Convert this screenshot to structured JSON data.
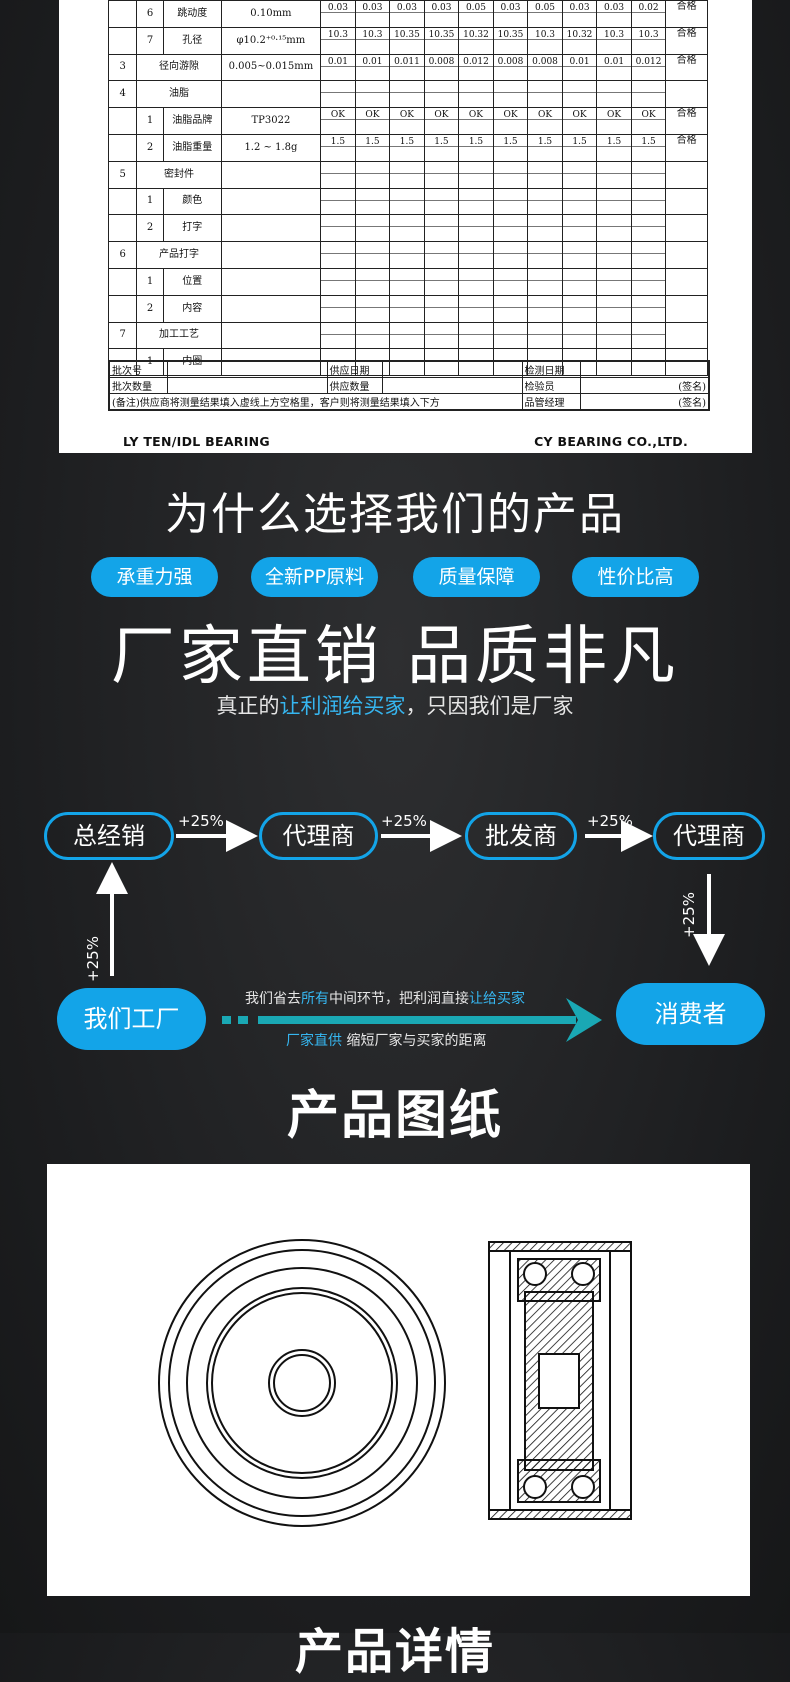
{
  "inspection": {
    "rows": [
      {
        "no": "",
        "sub": "6",
        "item": "跳动度",
        "spec": "0.10mm",
        "values": [
          "0.03",
          "0.03",
          "0.03",
          "0.03",
          "0.05",
          "0.03",
          "0.05",
          "0.03",
          "0.03",
          "0.02"
        ],
        "result": "合格"
      },
      {
        "no": "",
        "sub": "7",
        "item": "孔径",
        "spec": "φ10.2⁺⁰·¹⁵mm",
        "values": [
          "10.3",
          "10.3",
          "10.35",
          "10.35",
          "10.32",
          "10.35",
          "10.3",
          "10.32",
          "10.3",
          "10.3"
        ],
        "result": "合格"
      },
      {
        "no": "3",
        "sub": "",
        "item": "径向游隙",
        "spec": "0.005~0.015mm",
        "values": [
          "0.01",
          "0.01",
          "0.011",
          "0.008",
          "0.012",
          "0.008",
          "0.008",
          "0.01",
          "0.01",
          "0.012"
        ],
        "result": "合格"
      },
      {
        "no": "4",
        "sub": "",
        "item": "油脂",
        "spec": "",
        "values": [],
        "result": ""
      },
      {
        "no": "",
        "sub": "1",
        "item": "油脂品牌",
        "spec": "TP3022",
        "values": [
          "OK",
          "OK",
          "OK",
          "OK",
          "OK",
          "OK",
          "OK",
          "OK",
          "OK",
          "OK"
        ],
        "result": "合格"
      },
      {
        "no": "",
        "sub": "2",
        "item": "油脂重量",
        "spec": "1.2 ~ 1.8g",
        "values": [
          "1.5",
          "1.5",
          "1.5",
          "1.5",
          "1.5",
          "1.5",
          "1.5",
          "1.5",
          "1.5",
          "1.5"
        ],
        "result": "合格"
      },
      {
        "no": "5",
        "sub": "",
        "item": "密封件",
        "spec": "",
        "values": [],
        "result": ""
      },
      {
        "no": "",
        "sub": "1",
        "item": "颜色",
        "spec": "",
        "values": [],
        "result": ""
      },
      {
        "no": "",
        "sub": "2",
        "item": "打字",
        "spec": "",
        "values": [],
        "result": ""
      },
      {
        "no": "6",
        "sub": "",
        "item": "产品打字",
        "spec": "",
        "values": [],
        "result": ""
      },
      {
        "no": "",
        "sub": "1",
        "item": "位置",
        "spec": "",
        "values": [],
        "result": ""
      },
      {
        "no": "",
        "sub": "2",
        "item": "内容",
        "spec": "",
        "values": [],
        "result": ""
      },
      {
        "no": "7",
        "sub": "",
        "item": "加工工艺",
        "spec": "",
        "values": [],
        "result": ""
      },
      {
        "no": "",
        "sub": "1",
        "item": "内圈",
        "spec": "",
        "values": [],
        "result": ""
      }
    ],
    "footer": {
      "batch_no": "批次号",
      "supply_date": "供应日期",
      "inspect_date": "检测日期",
      "batch_qty": "批次数量",
      "supply_qty": "供应数量",
      "inspector": "检验员",
      "note": "(备注)供应商将测量结果填入虚线上方空格里，客户则将测量结果填入下方",
      "qc_manager": "品管经理",
      "sign": "(签名)"
    },
    "brand_left": "LY TEN/IDL BEARING",
    "brand_right": "CY BEARING CO.,LTD."
  },
  "why": {
    "title": "为什么选择我们的产品",
    "pills": [
      "承重力强",
      "全新PP原料",
      "质量保障",
      "性价比高"
    ]
  },
  "slogan": "厂家直销 品质非凡",
  "sub_slogan": {
    "pre": "真正的",
    "highlight": "让利润给买家",
    "post": "，只因我们是厂家"
  },
  "flow": {
    "nodes": [
      "总经销",
      "代理商",
      "批发商",
      "代理商"
    ],
    "markup": "+25%",
    "factory": "我们工厂",
    "consumer": "消费者",
    "caption1": {
      "a": "我们省去",
      "b": "所有",
      "c": "中间环节，把利润直接",
      "d": "让给买家"
    },
    "caption2": {
      "a": "厂家直供",
      "b": " 缩短厂家与买家的距离"
    }
  },
  "drawing_title": "产品图纸",
  "next_title": "产品详情",
  "colors": {
    "accent": "#13a4e8",
    "highlight": "#36b6f0",
    "teal": "#1aa8b4"
  }
}
